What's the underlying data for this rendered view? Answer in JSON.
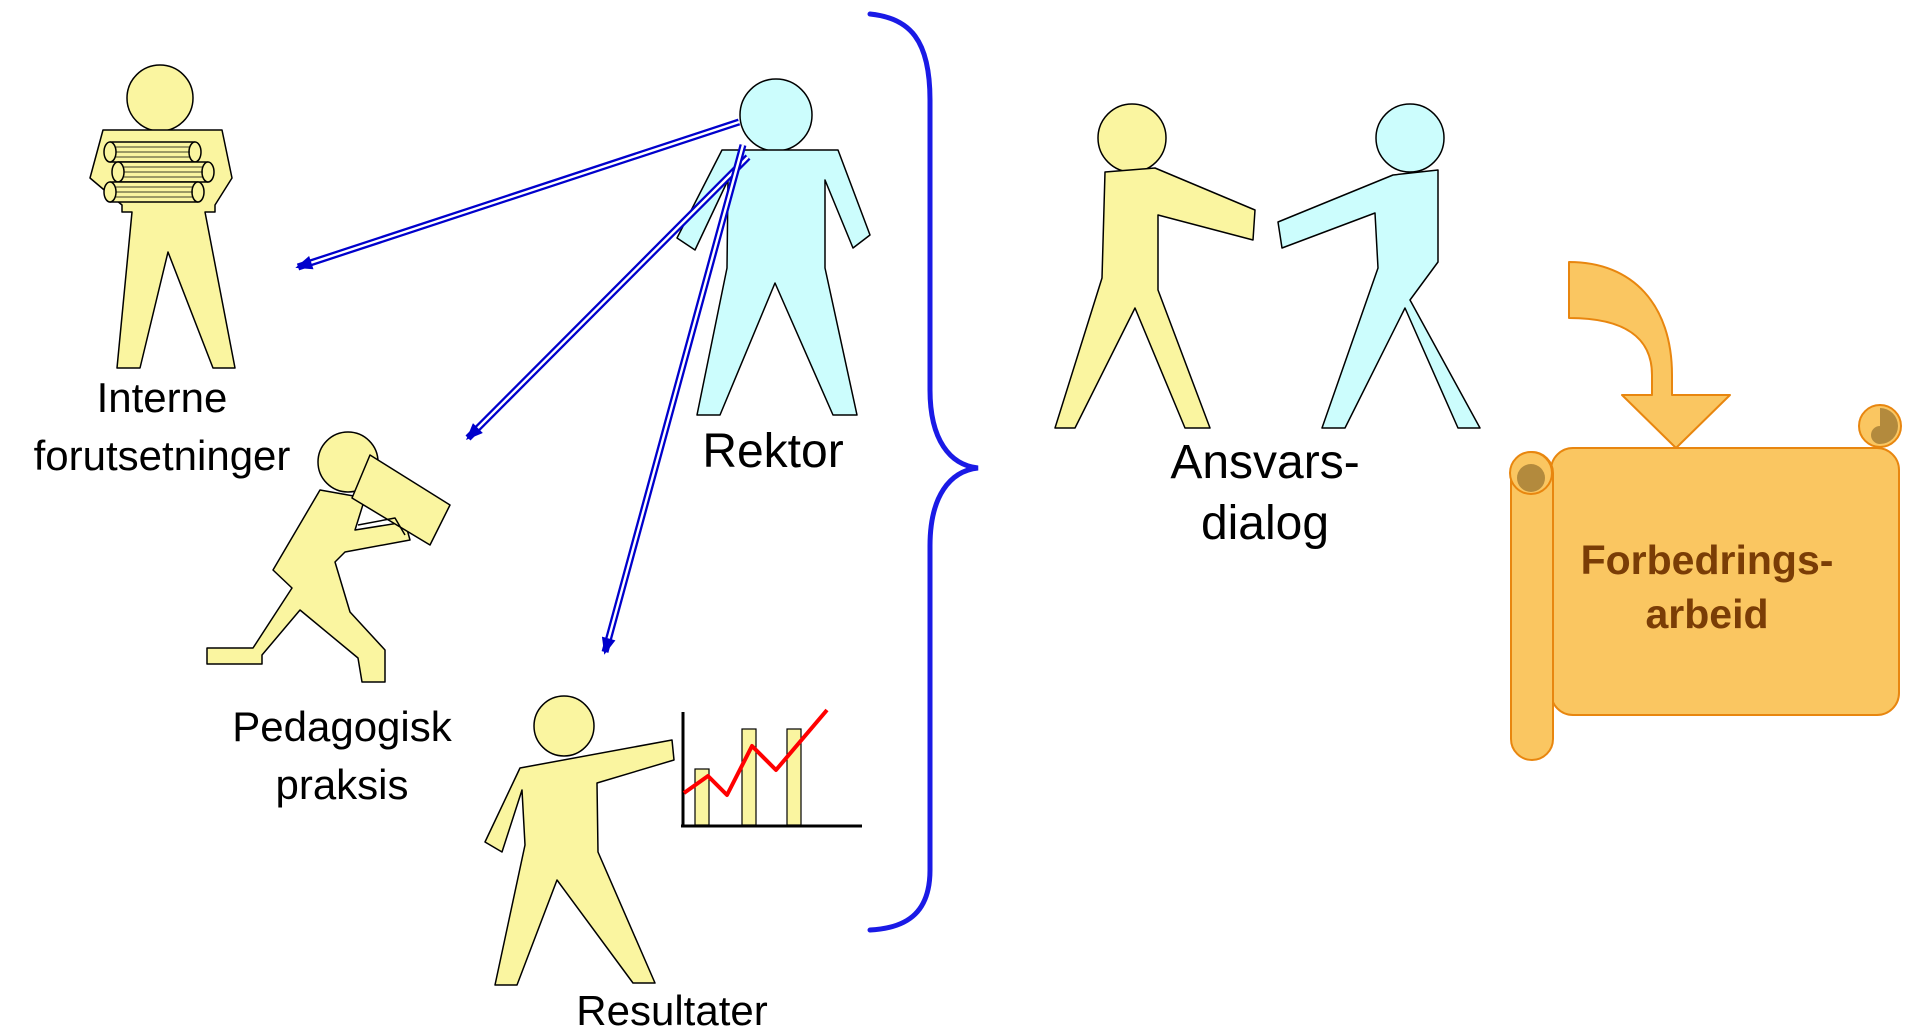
{
  "labels": {
    "interne_line1": "Interne",
    "interne_line2": "forutsetninger",
    "rektor": "Rektor",
    "pedagogisk_line1": "Pedagogisk",
    "pedagogisk_line2": "praksis",
    "resultater": "Resultater",
    "ansvar_line1": "Ansvars-",
    "ansvar_line2": "dialog",
    "forbedring_line1": "Forbedrings-",
    "forbedring_line2": "arbeid"
  },
  "colors": {
    "figure_yellow": "#FAF5A0",
    "figure_cyan": "#CCFDFD",
    "arrow_blue": "#0000CC",
    "brace_blue": "#1A1AE6",
    "scroll_fill": "#FAC661",
    "scroll_stroke": "#E8860F",
    "scroll_text": "#7A3D06",
    "chart_line": "#FF0000"
  },
  "icons": {
    "person_books": "person-carrying-books-icon",
    "person_rektor": "person-rektor-icon",
    "person_box": "person-carrying-box-icon",
    "person_pointing": "person-pointing-icon",
    "mini_chart": "bar-line-chart-icon",
    "handshake": "two-people-reaching-icon",
    "curved_arrow": "curved-down-arrow-icon",
    "scroll": "scroll-icon"
  }
}
